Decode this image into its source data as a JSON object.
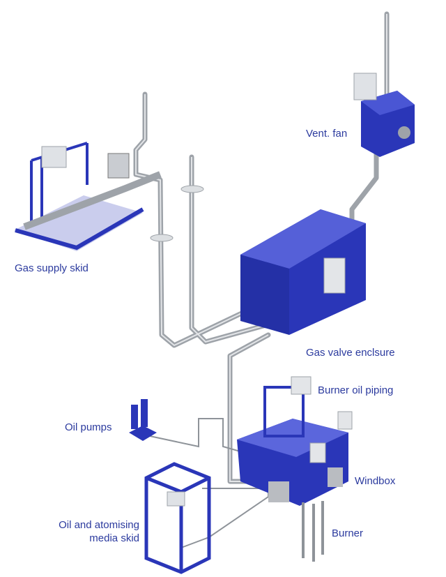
{
  "labels": {
    "vent_fan": "Vent. fan",
    "gas_supply_skid": "Gas supply skid",
    "gas_valve_enclosure": "Gas valve enclsure",
    "burner_oil_piping": "Burner oil piping",
    "oil_pumps": "Oil pumps",
    "windbox": "Windbox",
    "oil_skid_line1": "Oil and atomising",
    "oil_skid_line2": "media skid",
    "burner": "Burner"
  },
  "colors": {
    "label": "#2b3a9e",
    "equipment_blue": "#2a36b8",
    "pipe": "#a8acb2"
  }
}
